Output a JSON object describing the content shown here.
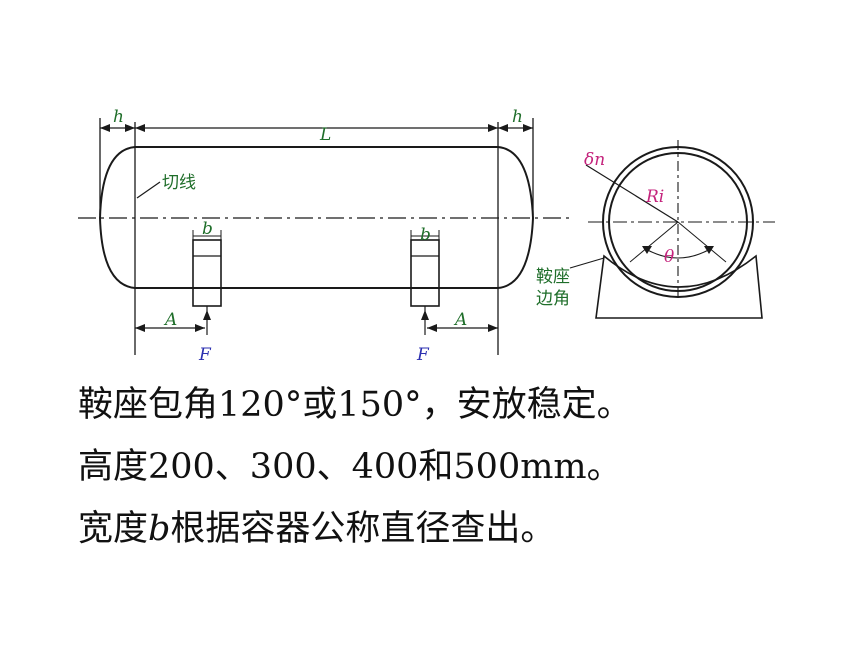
{
  "diagram": {
    "labels": {
      "h_left": "h",
      "L": "L",
      "h_right": "h",
      "tangent_line": "切线",
      "b_left": "b",
      "b_right": "b",
      "A_left": "A",
      "A_right": "A",
      "F_left": "F",
      "F_right": "F",
      "delta_n": "δn",
      "Ri": "Ri",
      "theta": "θ",
      "saddle_angle_line1": "鞍座",
      "saddle_angle_line2": "边角"
    },
    "colors": {
      "line": "#1a1a1a",
      "label_green": "#1f6e2a",
      "label_blue": "#2b2fb0",
      "label_magenta": "#c4237c"
    }
  },
  "text": {
    "line1": "鞍座包角120°或150°，安放稳定。",
    "line2": "高度200、300、400和500mm。",
    "line3_prefix": "宽度",
    "line3_var": "b",
    "line3_suffix": "根据容器公称直径查出。"
  }
}
